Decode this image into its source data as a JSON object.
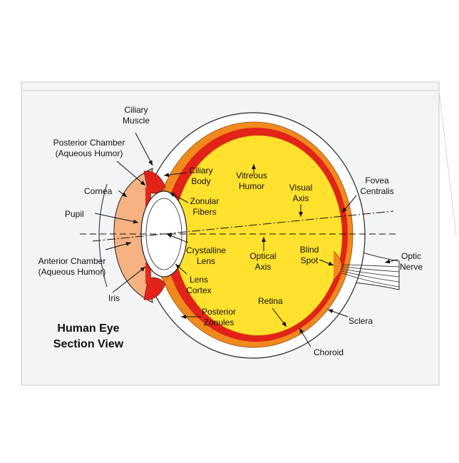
{
  "colors": {
    "background": "#ffffff",
    "card": "#f3f4f5",
    "sclera": "#ffffff",
    "choroid": "#f08a1c",
    "retina": "#e2231a",
    "vitreous": "#ffe12e",
    "cornea": "#f6b283",
    "iris": "#e3281c",
    "lens": "#ffffff"
  },
  "title": {
    "line1": "Human Eye",
    "line2": "Section View"
  },
  "labels": {
    "ciliary_muscle": {
      "line1": "Ciliary",
      "line2": "Muscle"
    },
    "posterior_chamber": {
      "line1": "Posterior Chamber",
      "line2": "(Aqueous Humor)"
    },
    "cornea": "Cornea",
    "pupil": "Pupil",
    "anterior_chamber": {
      "line1": "Anterior Chamber",
      "line2": "(Aqueous Humor)"
    },
    "iris": "Iris",
    "ciliary_body": {
      "line1": "Ciliary",
      "line2": "Body"
    },
    "zonular_fibers": {
      "line1": "Zonular",
      "line2": "Fibers"
    },
    "vitreous_humor": {
      "line1": "Vitreous",
      "line2": "Humor"
    },
    "visual_axis": {
      "line1": "Visual",
      "line2": "Axis"
    },
    "fovea_centralis": {
      "line1": "Fovea",
      "line2": "Centralis"
    },
    "crystalline_lens": {
      "line1": "Crystalline",
      "line2": "Lens"
    },
    "optical_axis": {
      "line1": "Optical",
      "line2": "Axis"
    },
    "blind_spot": {
      "line1": "Blind",
      "line2": "Spot"
    },
    "optic_nerve": {
      "line1": "Optic",
      "line2": "Nerve"
    },
    "lens_cortex": {
      "line1": "Lens",
      "line2": "Cortex"
    },
    "retina": "Retina",
    "posterior_zonules": {
      "line1": "Posterior",
      "line2": "Zonules"
    },
    "sclera": "Sclera",
    "choroid": "Choroid"
  }
}
